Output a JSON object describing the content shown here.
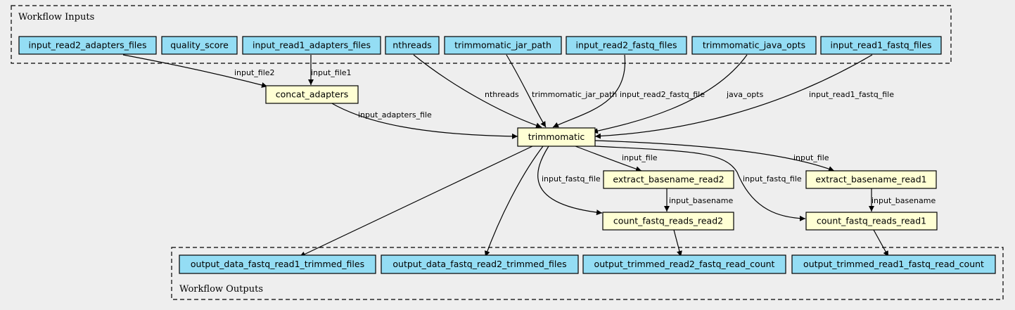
{
  "clusters": {
    "inputs_label": "Workflow Inputs",
    "outputs_label": "Workflow Outputs"
  },
  "colors": {
    "background": "#eeeeee",
    "io_node_fill": "#94ddf4",
    "step_node_fill": "#ffffd4",
    "stroke": "#000000"
  },
  "nodes": {
    "input_read2_adapters_files": "input_read2_adapters_files",
    "quality_score": "quality_score",
    "input_read1_adapters_files": "input_read1_adapters_files",
    "nthreads": "nthreads",
    "trimmomatic_jar_path": "trimmomatic_jar_path",
    "input_read2_fastq_files": "input_read2_fastq_files",
    "trimmomatic_java_opts": "trimmomatic_java_opts",
    "input_read1_fastq_files": "input_read1_fastq_files",
    "concat_adapters": "concat_adapters",
    "trimmomatic": "trimmomatic",
    "extract_basename_read2": "extract_basename_read2",
    "extract_basename_read1": "extract_basename_read1",
    "count_fastq_reads_read2": "count_fastq_reads_read2",
    "count_fastq_reads_read1": "count_fastq_reads_read1",
    "output_data_fastq_read1_trimmed_files": "output_data_fastq_read1_trimmed_files",
    "output_data_fastq_read2_trimmed_files": "output_data_fastq_read2_trimmed_files",
    "output_trimmed_read2_fastq_read_count": "output_trimmed_read2_fastq_read_count",
    "output_trimmed_read1_fastq_read_count": "output_trimmed_read1_fastq_read_count"
  },
  "edges": [
    {
      "from": "input_read2_adapters_files",
      "to": "concat_adapters",
      "label": "input_file2"
    },
    {
      "from": "input_read1_adapters_files",
      "to": "concat_adapters",
      "label": "input_file1"
    },
    {
      "from": "concat_adapters",
      "to": "trimmomatic",
      "label": "input_adapters_file"
    },
    {
      "from": "nthreads",
      "to": "trimmomatic",
      "label": "nthreads"
    },
    {
      "from": "trimmomatic_jar_path",
      "to": "trimmomatic",
      "label": "trimmomatic_jar_path"
    },
    {
      "from": "input_read2_fastq_files",
      "to": "trimmomatic",
      "label": "input_read2_fastq_file"
    },
    {
      "from": "trimmomatic_java_opts",
      "to": "trimmomatic",
      "label": "java_opts"
    },
    {
      "from": "input_read1_fastq_files",
      "to": "trimmomatic",
      "label": "input_read1_fastq_file"
    },
    {
      "from": "trimmomatic",
      "to": "extract_basename_read2",
      "label": "input_file"
    },
    {
      "from": "trimmomatic",
      "to": "extract_basename_read1",
      "label": "input_file"
    },
    {
      "from": "trimmomatic",
      "to": "count_fastq_reads_read2",
      "label": "input_fastq_file"
    },
    {
      "from": "trimmomatic",
      "to": "count_fastq_reads_read1",
      "label": "input_fastq_file"
    },
    {
      "from": "extract_basename_read2",
      "to": "count_fastq_reads_read2",
      "label": "input_basename"
    },
    {
      "from": "extract_basename_read1",
      "to": "count_fastq_reads_read1",
      "label": "input_basename"
    },
    {
      "from": "trimmomatic",
      "to": "output_data_fastq_read1_trimmed_files",
      "label": ""
    },
    {
      "from": "trimmomatic",
      "to": "output_data_fastq_read2_trimmed_files",
      "label": ""
    },
    {
      "from": "count_fastq_reads_read2",
      "to": "output_trimmed_read2_fastq_read_count",
      "label": ""
    },
    {
      "from": "count_fastq_reads_read1",
      "to": "output_trimmed_read1_fastq_read_count",
      "label": ""
    }
  ]
}
